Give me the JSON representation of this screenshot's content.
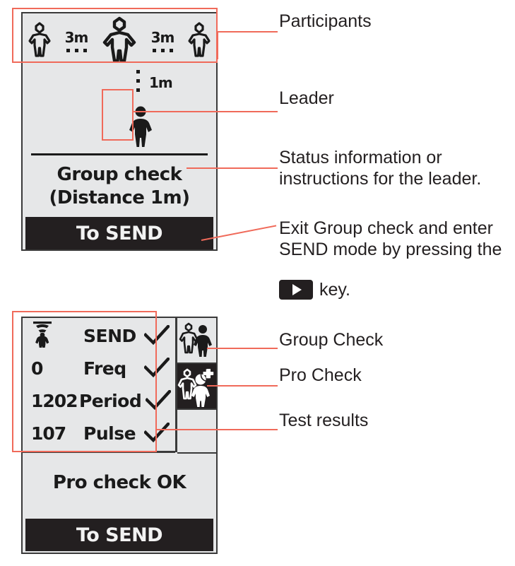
{
  "top_screen": {
    "participants": [
      {
        "icon": "person-outline-small-icon"
      },
      {
        "distance_label": "3m",
        "icon": "distance-dots-icon"
      },
      {
        "icon": "person-outline-large-icon"
      },
      {
        "distance_label": "3m",
        "icon": "distance-dots-icon"
      },
      {
        "icon": "person-outline-small-icon"
      }
    ],
    "vertical_distance_label": "1m",
    "leader_icon": "person-filled-icon",
    "status_line_1": "Group check",
    "status_line_2": "(Distance 1m)",
    "send_bar_label": "To SEND"
  },
  "bottom_screen": {
    "results": [
      {
        "value": "",
        "name": "SEND",
        "status": "check",
        "icon": "transmit-person-icon"
      },
      {
        "value": "0",
        "name": "Freq",
        "status": "check"
      },
      {
        "value": "1202",
        "name": "Period",
        "status": "check"
      },
      {
        "value": "107",
        "name": "Pulse",
        "status": "check"
      }
    ],
    "tiles": [
      {
        "name": "group-check-tile",
        "icon": "two-people-icon",
        "state": "inactive"
      },
      {
        "name": "pro-check-tile",
        "icon": "people-plus-icon",
        "state": "active"
      },
      {
        "name": "empty-tile",
        "icon": "",
        "state": "inactive"
      }
    ],
    "status_text": "Pro check OK",
    "send_bar_label": "To SEND"
  },
  "annotations": {
    "participants": "Participants",
    "leader": "Leader",
    "status_info": "Status information or\ninstructions for the leader.",
    "exit_group_check_part1": "Exit Group check and enter\nSEND mode by pressing the",
    "exit_key_icon": "play-key-icon",
    "exit_group_check_part2": "key.",
    "group_check": "Group Check",
    "pro_check": "Pro Check",
    "test_results": "Test results"
  },
  "colors": {
    "highlight": "#f06a5a",
    "lcd_background": "#e6e7e8",
    "lcd_ink": "#1a1a1a",
    "inverted_background": "#231f20",
    "text": "#231f20"
  }
}
